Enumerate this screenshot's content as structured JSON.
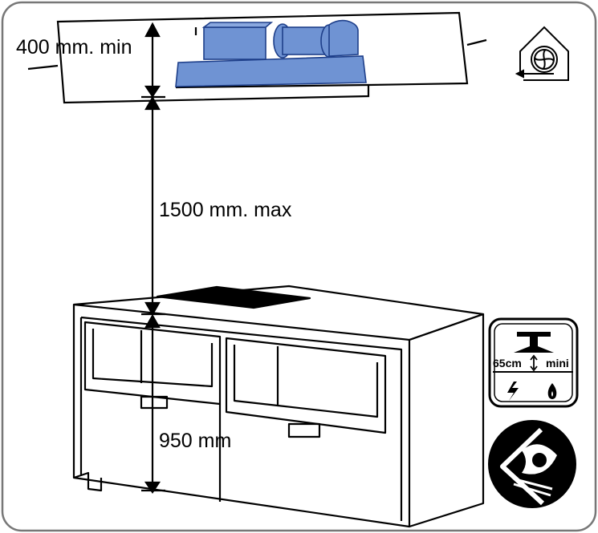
{
  "dimensions": {
    "ceiling_gap": "400 mm. min",
    "hood_height": "1500 mm. max",
    "counter_height": "950 mm"
  },
  "badges": {
    "clearance": {
      "distance_text": "65cm",
      "qualifier_text": "mini",
      "electric_symbol": "lightning-bolt",
      "gas_symbol": "gas-flame"
    },
    "outdoor_exhaust_icon": "house-fan-icon",
    "inspection_icon": "eye-warning-icon"
  },
  "colors": {
    "hood_fill": "#6f93d3",
    "hood_stroke": "#1e3f8a",
    "line": "#000000",
    "frame_border": "#777777"
  }
}
